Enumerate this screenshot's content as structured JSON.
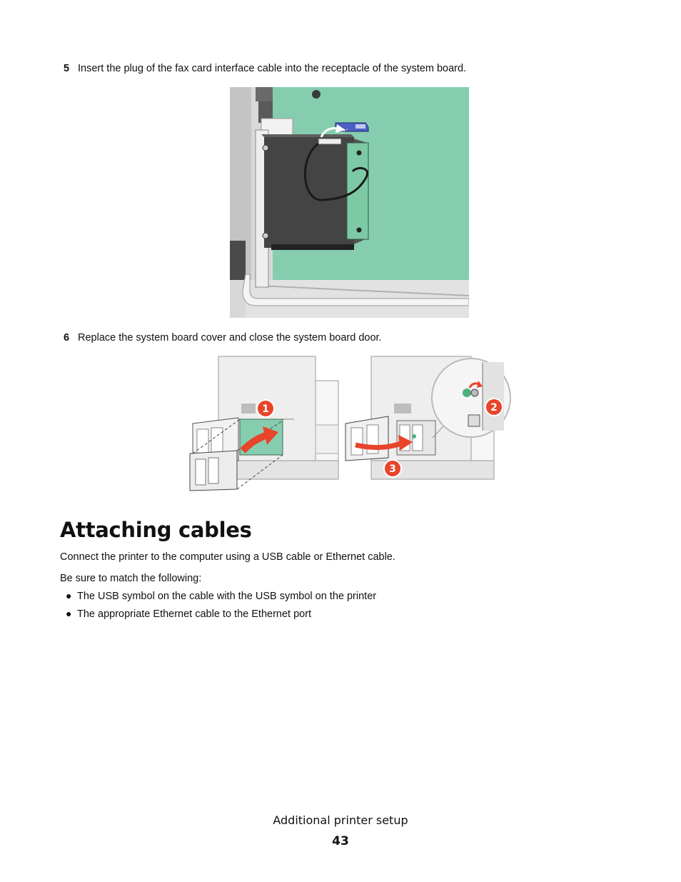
{
  "steps": [
    {
      "number": "5",
      "text": "Insert the plug of the fax card interface cable into the receptacle of the system board."
    },
    {
      "number": "6",
      "text": "Replace the system board cover and close the system board door."
    }
  ],
  "figure2_callouts": [
    "1",
    "2",
    "3"
  ],
  "section": {
    "heading": "Attaching cables",
    "intro": "Connect the printer to the computer using a USB cable or Ethernet cable.",
    "lead": "Be sure to match the following:",
    "bullets": [
      "The USB symbol on the cable with the USB symbol on the printer",
      "The appropriate Ethernet cable to the Ethernet port"
    ]
  },
  "footer": {
    "chapter": "Additional printer setup",
    "page_number": "43"
  },
  "colors": {
    "system_board": "#86CDB0",
    "callout_red": "#E8442A",
    "arrow_red": "#E8442A",
    "connector_blue": "#4A5FC6"
  }
}
